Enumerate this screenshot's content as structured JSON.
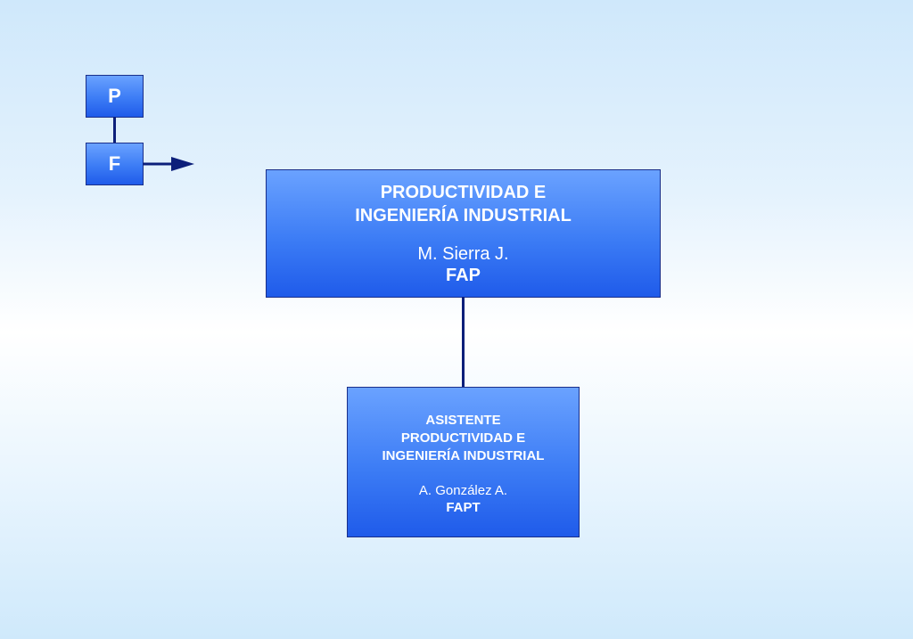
{
  "legend": {
    "top_label": "P",
    "bottom_label": "F"
  },
  "main_unit": {
    "title_line1": "PRODUCTIVIDAD E",
    "title_line2": "INGENIERÍA INDUSTRIAL",
    "person": "M. Sierra J.",
    "code": "FAP"
  },
  "assistant_unit": {
    "title_line1": "ASISTENTE",
    "title_line2": "PRODUCTIVIDAD E",
    "title_line3": "INGENIERÍA INDUSTRIAL",
    "person": "A. González A.",
    "code": "FAPT"
  },
  "colors": {
    "box_fill_top": "#6aa2ff",
    "box_fill_bottom": "#1f5bea",
    "box_border": "#1a2f8a",
    "connector": "#0c1f7a",
    "text": "#ffffff"
  }
}
